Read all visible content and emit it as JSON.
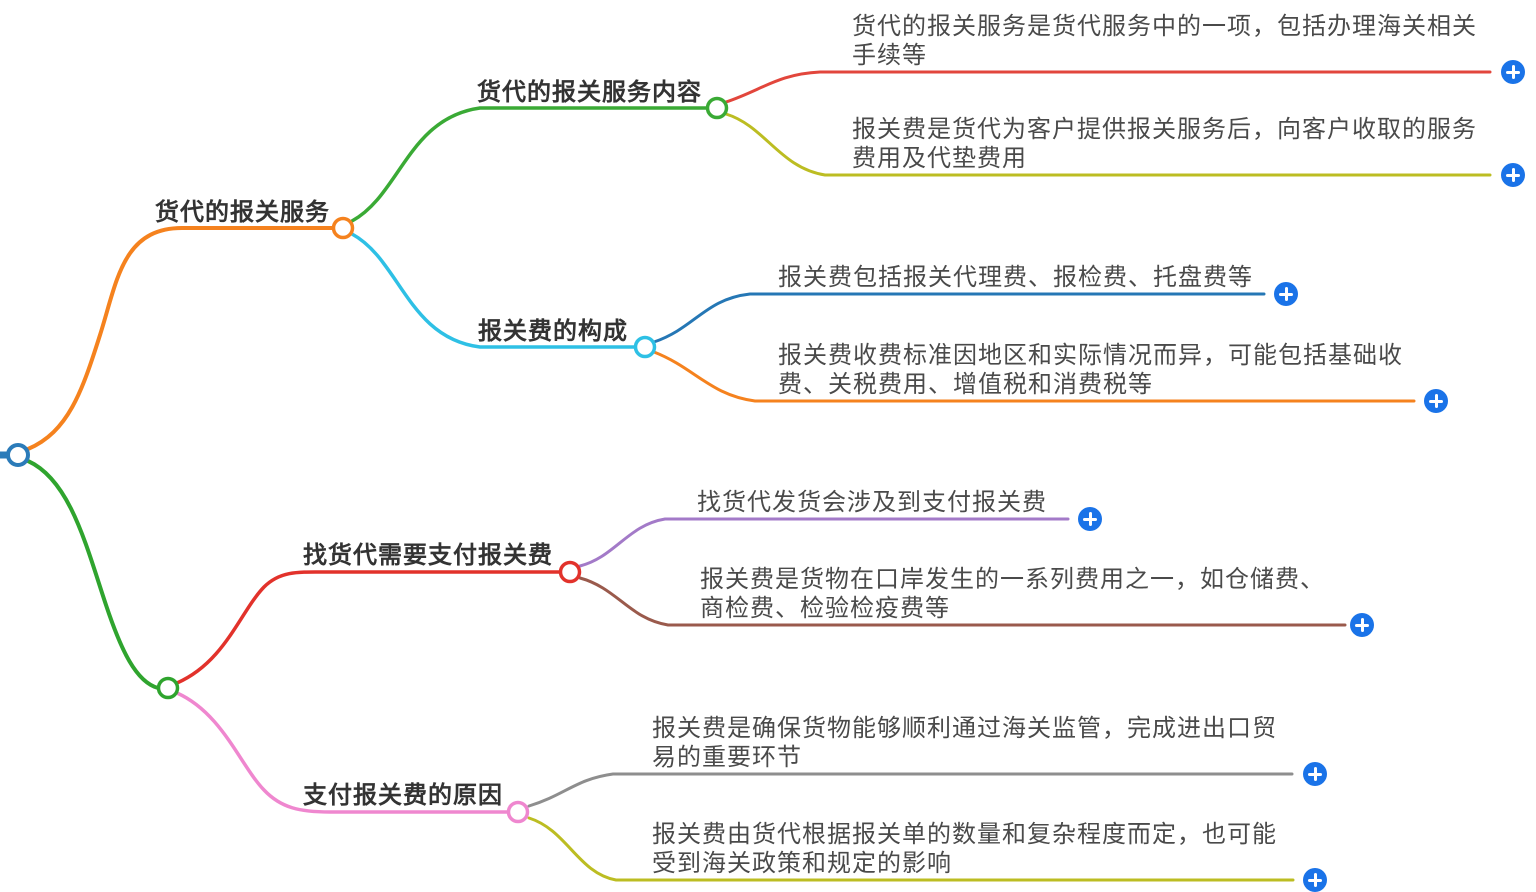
{
  "mindmap": {
    "branches": [
      {
        "label": "货代的报关服务",
        "children": [
          {
            "label": "货代的报关服务内容",
            "leaves": [
              {
                "text": "货代的报关服务是货代服务中的一项，包括办理海关相关手续等"
              },
              {
                "text": "报关费是货代为客户提供报关服务后，向客户收取的服务费用及代垫费用"
              }
            ]
          },
          {
            "label": "报关费的构成",
            "leaves": [
              {
                "text": "报关费包括报关代理费、报检费、托盘费等"
              },
              {
                "text": "报关费收费标准因地区和实际情况而异，可能包括基础收费、关税费用、增值税和消费税等"
              }
            ]
          }
        ]
      },
      {
        "children": [
          {
            "label": "找货代需要支付报关费",
            "leaves": [
              {
                "text": "找货代发货会涉及到支付报关费"
              },
              {
                "text": "报关费是货物在口岸发生的一系列费用之一，如仓储费、商检费、检验检疫费等"
              }
            ]
          },
          {
            "label": "支付报关费的原因",
            "leaves": [
              {
                "text": "报关费是确保货物能够顺利通过海关监管，完成进出口贸易的重要环节"
              },
              {
                "text": "报关费由货代根据报关单的数量和复杂程度而定，也可能受到海关政策和规定的影响"
              }
            ]
          }
        ]
      }
    ]
  },
  "colors": {
    "root": "#2b7bb9",
    "branch1": "#f5821e",
    "branch1_child1": "#3aaa35",
    "leaf_service_desc": "#e2463c",
    "leaf_fee_definition": "#bcbd22",
    "branch1_child2": "#2ec0e5",
    "leaf_fee_items": "#2577b5",
    "leaf_fee_standard": "#f5821e",
    "branch2": "#2fa42e",
    "branch2_child1": "#e2322b",
    "leaf_pay_involve": "#a37ac8",
    "leaf_port_fees": "#9a5a4c",
    "branch2_child2": "#ef87cf",
    "leaf_pay_reason": "#8e8e8e",
    "leaf_fee_determine": "#bcbd22",
    "plus_button": "#1a73e8",
    "label_text": "#333333",
    "leaf_text": "#4a4a4a"
  },
  "icons": {
    "add_node": "plus-icon"
  }
}
